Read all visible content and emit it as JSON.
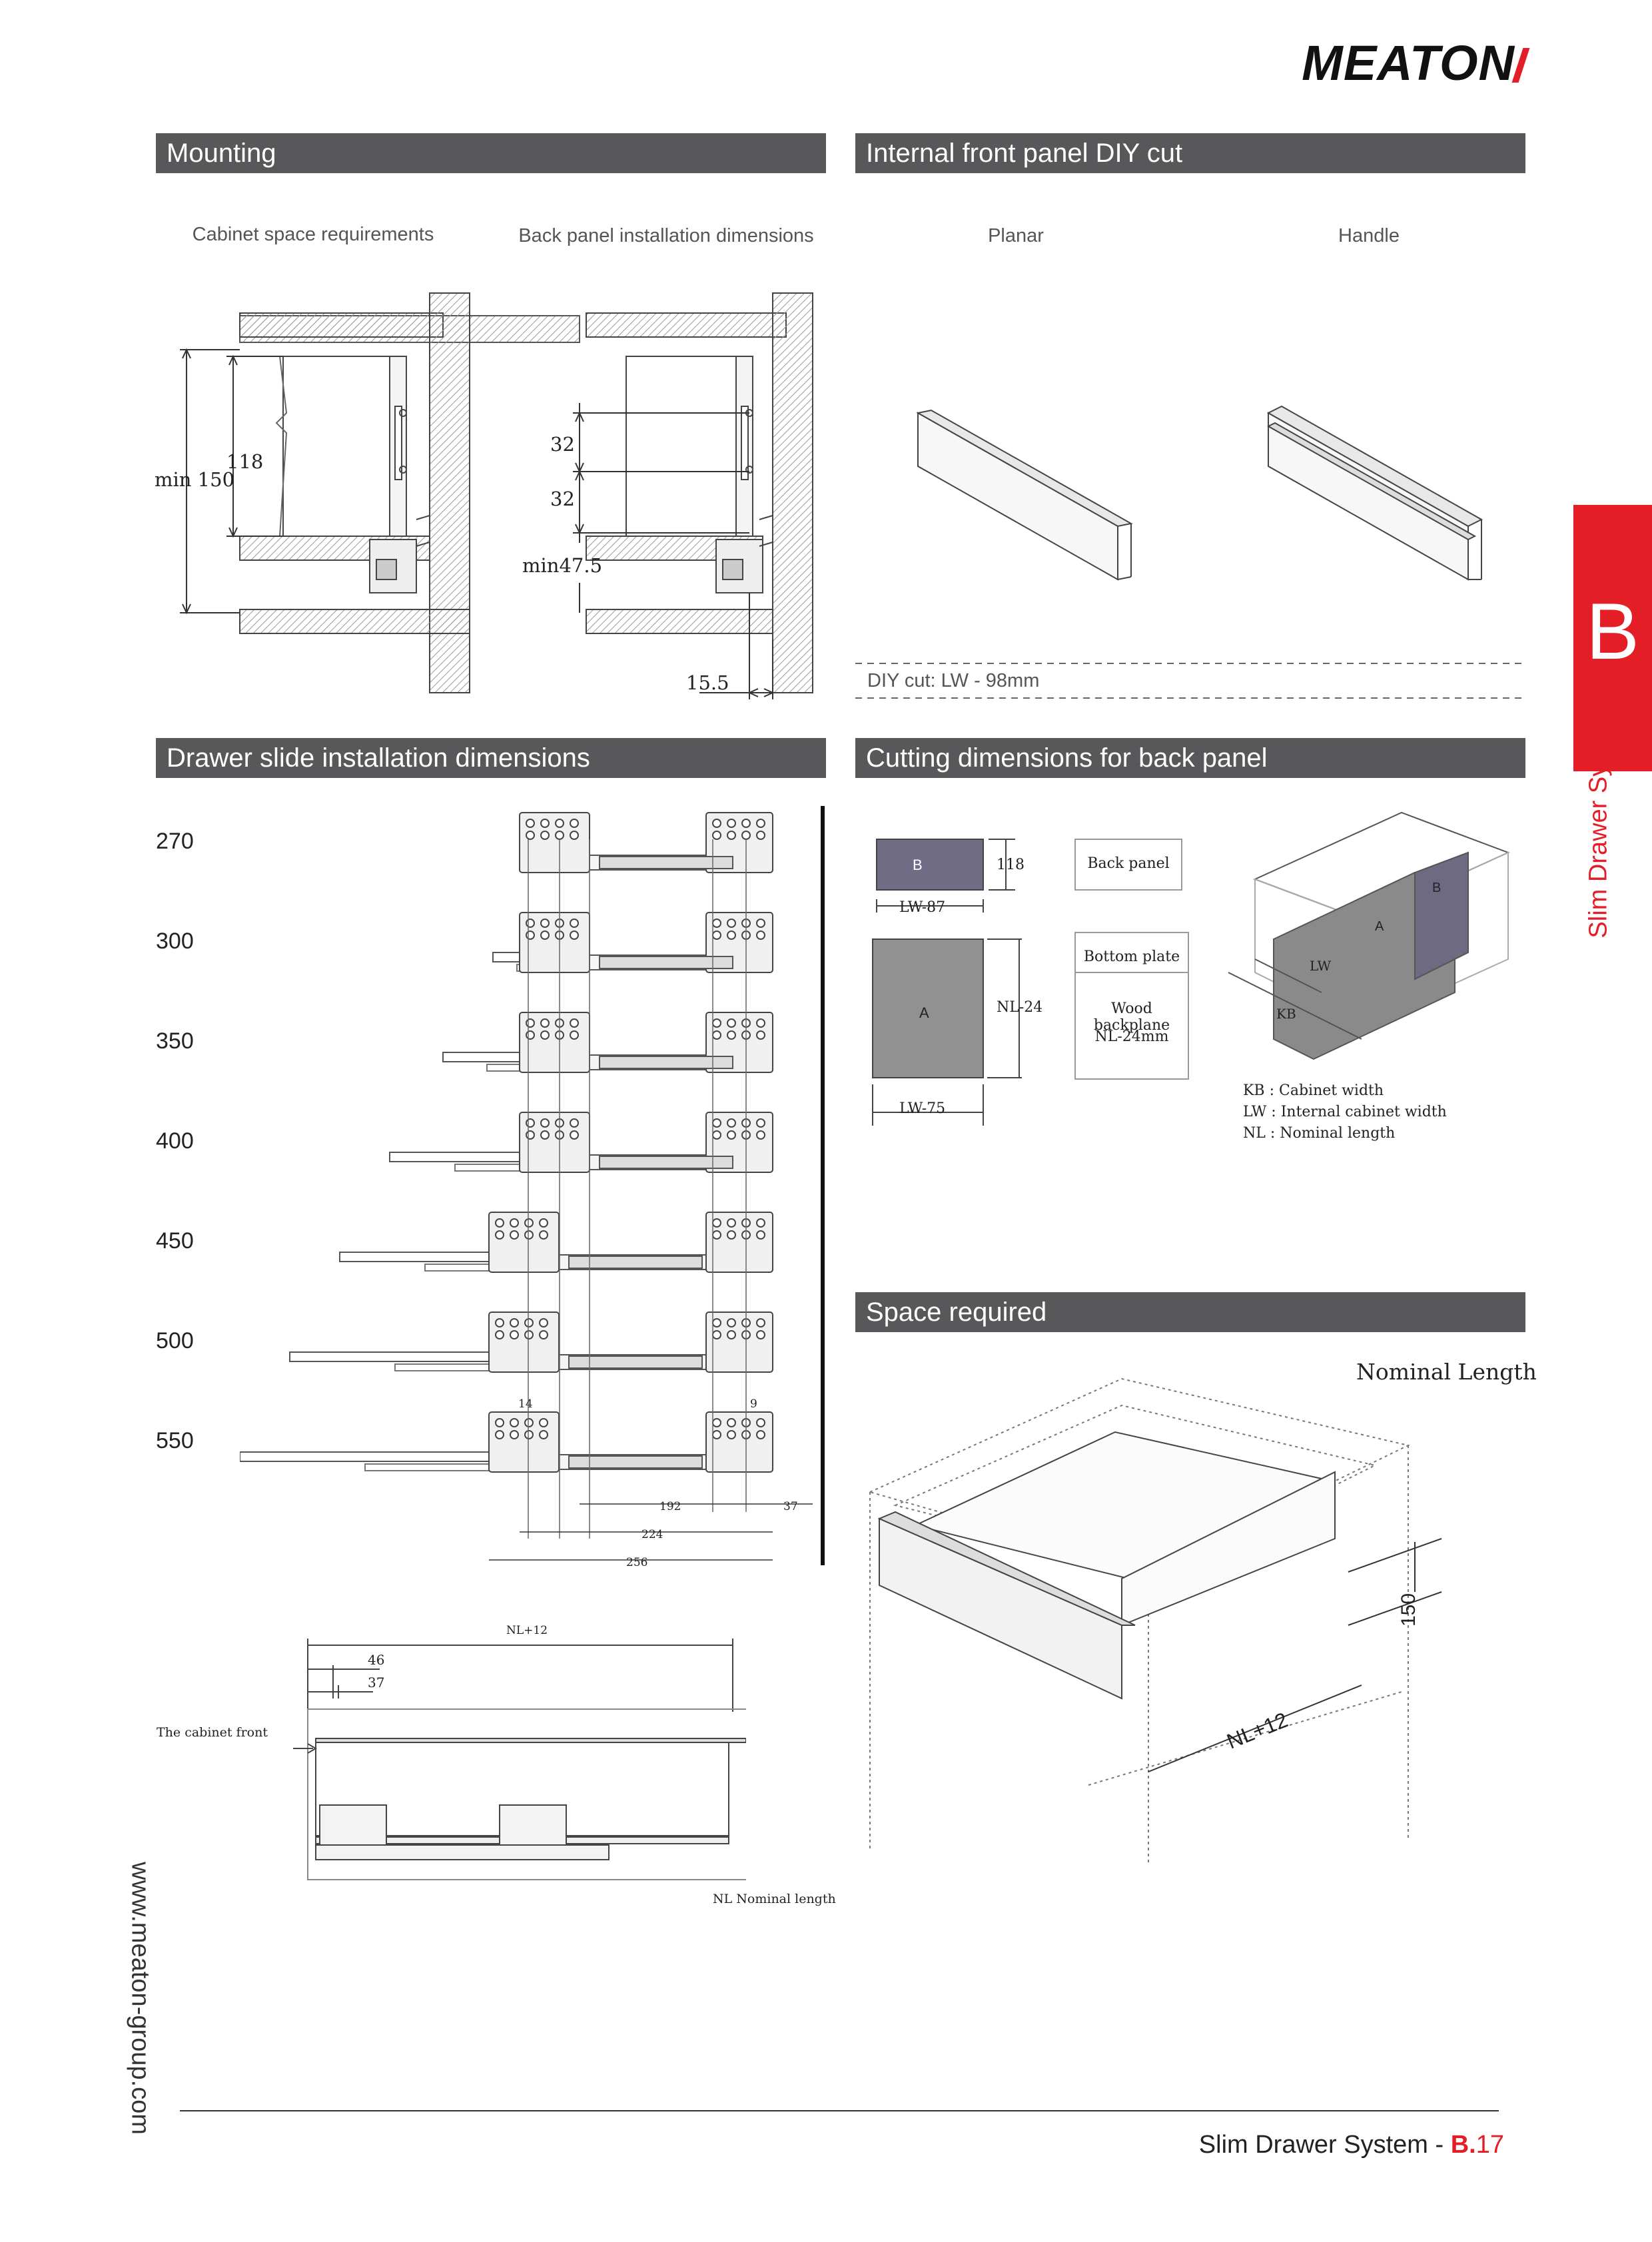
{
  "brand": {
    "logo": "MEATON"
  },
  "side_tab": {
    "letter": "B",
    "label": "Slim Drawer System"
  },
  "website": "www.meaton-group.com",
  "sections": {
    "mounting": {
      "title": "Mounting",
      "sub_left": "Cabinet space requirements",
      "sub_right": "Back panel installation dimensions",
      "dims": {
        "min150": "min 150",
        "h118": "118",
        "d32a": "32",
        "d32b": "32",
        "min475": "min47.5",
        "w155": "15.5"
      }
    },
    "diy": {
      "title": "Internal front panel DIY cut",
      "planar": "Planar",
      "handle": "Handle",
      "cut_note": "DIY cut: LW - 98mm"
    },
    "slides": {
      "title": "Drawer slide installation dimensions",
      "lengths": [
        "270",
        "300",
        "350",
        "400",
        "450",
        "500",
        "550"
      ],
      "dims": {
        "d14": "14",
        "d9": "9",
        "d192": "192",
        "d37": "37",
        "d224": "224",
        "d256": "256"
      }
    },
    "bottom": {
      "nl12": "NL+12",
      "d46": "46",
      "d37": "37",
      "cabinet_front": "The cabinet front",
      "nl_label": "NL Nominal length"
    },
    "cutting": {
      "title": "Cutting dimensions for back panel",
      "b_label": "B",
      "a_label": "A",
      "d118": "118",
      "lw87": "LW-87",
      "nl24": "NL-24",
      "lw75": "LW-75",
      "back_panel": "Back panel",
      "bottom_plate": "Bottom plate",
      "wood1": "Wood backplane",
      "wood2": "NL-24mm",
      "iso_b": "B",
      "iso_a": "A",
      "iso_lw": "LW",
      "iso_kb": "KB",
      "legend": [
        "KB : Cabinet width",
        "LW : Internal cabinet width",
        "NL : Nominal length"
      ]
    },
    "space": {
      "title": "Space required",
      "nominal": "Nominal Length",
      "h150": "150",
      "nl12": "NL+12"
    }
  },
  "footer": {
    "text": "Slim Drawer System - ",
    "b": "B.",
    "page": "17"
  }
}
